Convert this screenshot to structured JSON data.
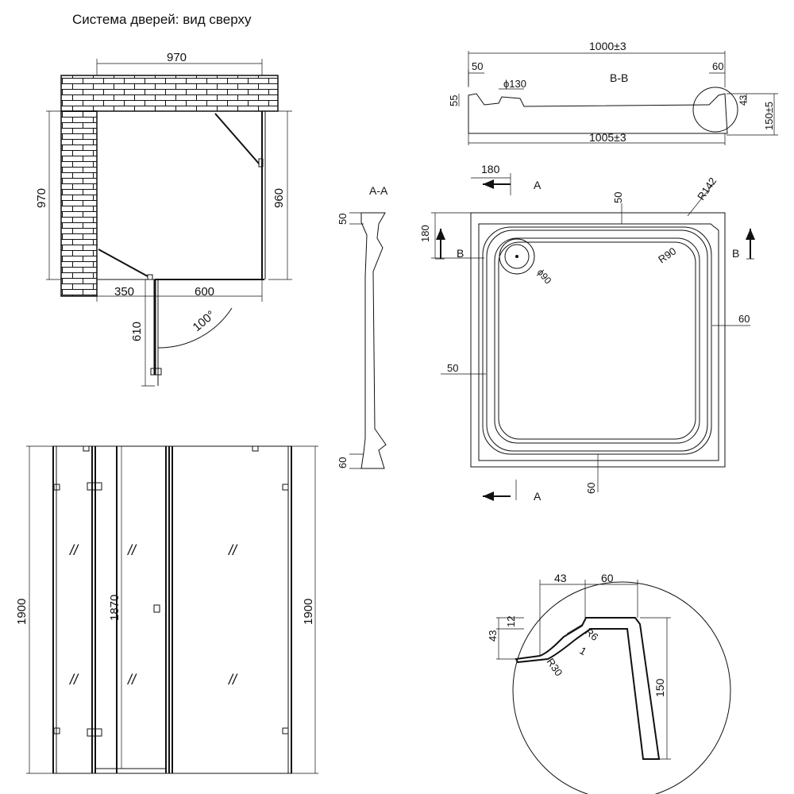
{
  "title": "Система дверей: вид сверху",
  "top_view": {
    "width_top": "970",
    "height_left": "970",
    "height_right": "960",
    "seg_left": "350",
    "seg_right": "600",
    "door_depth": "610",
    "angle": "100°"
  },
  "front_view": {
    "height_left": "1900",
    "height_inner": "1870",
    "height_right": "1900",
    "glass_mark": "//"
  },
  "section_bb": {
    "label": "B-B",
    "top_width": "1000±3",
    "bottom_width": "1005±3",
    "left_lip": "50",
    "right_lip": "60",
    "drain": "ϕ130",
    "left_h": "55",
    "right_h": "43",
    "total_h": "150±5"
  },
  "section_aa": {
    "label": "A-A",
    "top": "50",
    "bottom": "60"
  },
  "tray_plan": {
    "left_offset": "180",
    "cut_label_a": "A",
    "cut_label_b": "B",
    "top_rim": "50",
    "corner_r": "R142",
    "left_dist": "180",
    "drain_r": "R90",
    "drain_d": "ϕ90",
    "right_rim": "60",
    "left_rim": "50",
    "bottom_rim": "60"
  },
  "detail": {
    "w1": "43",
    "w2": "60",
    "h1": "12",
    "h2": "43",
    "r_small": "R6",
    "r_large": "R30",
    "thick": "1",
    "height": "150"
  }
}
